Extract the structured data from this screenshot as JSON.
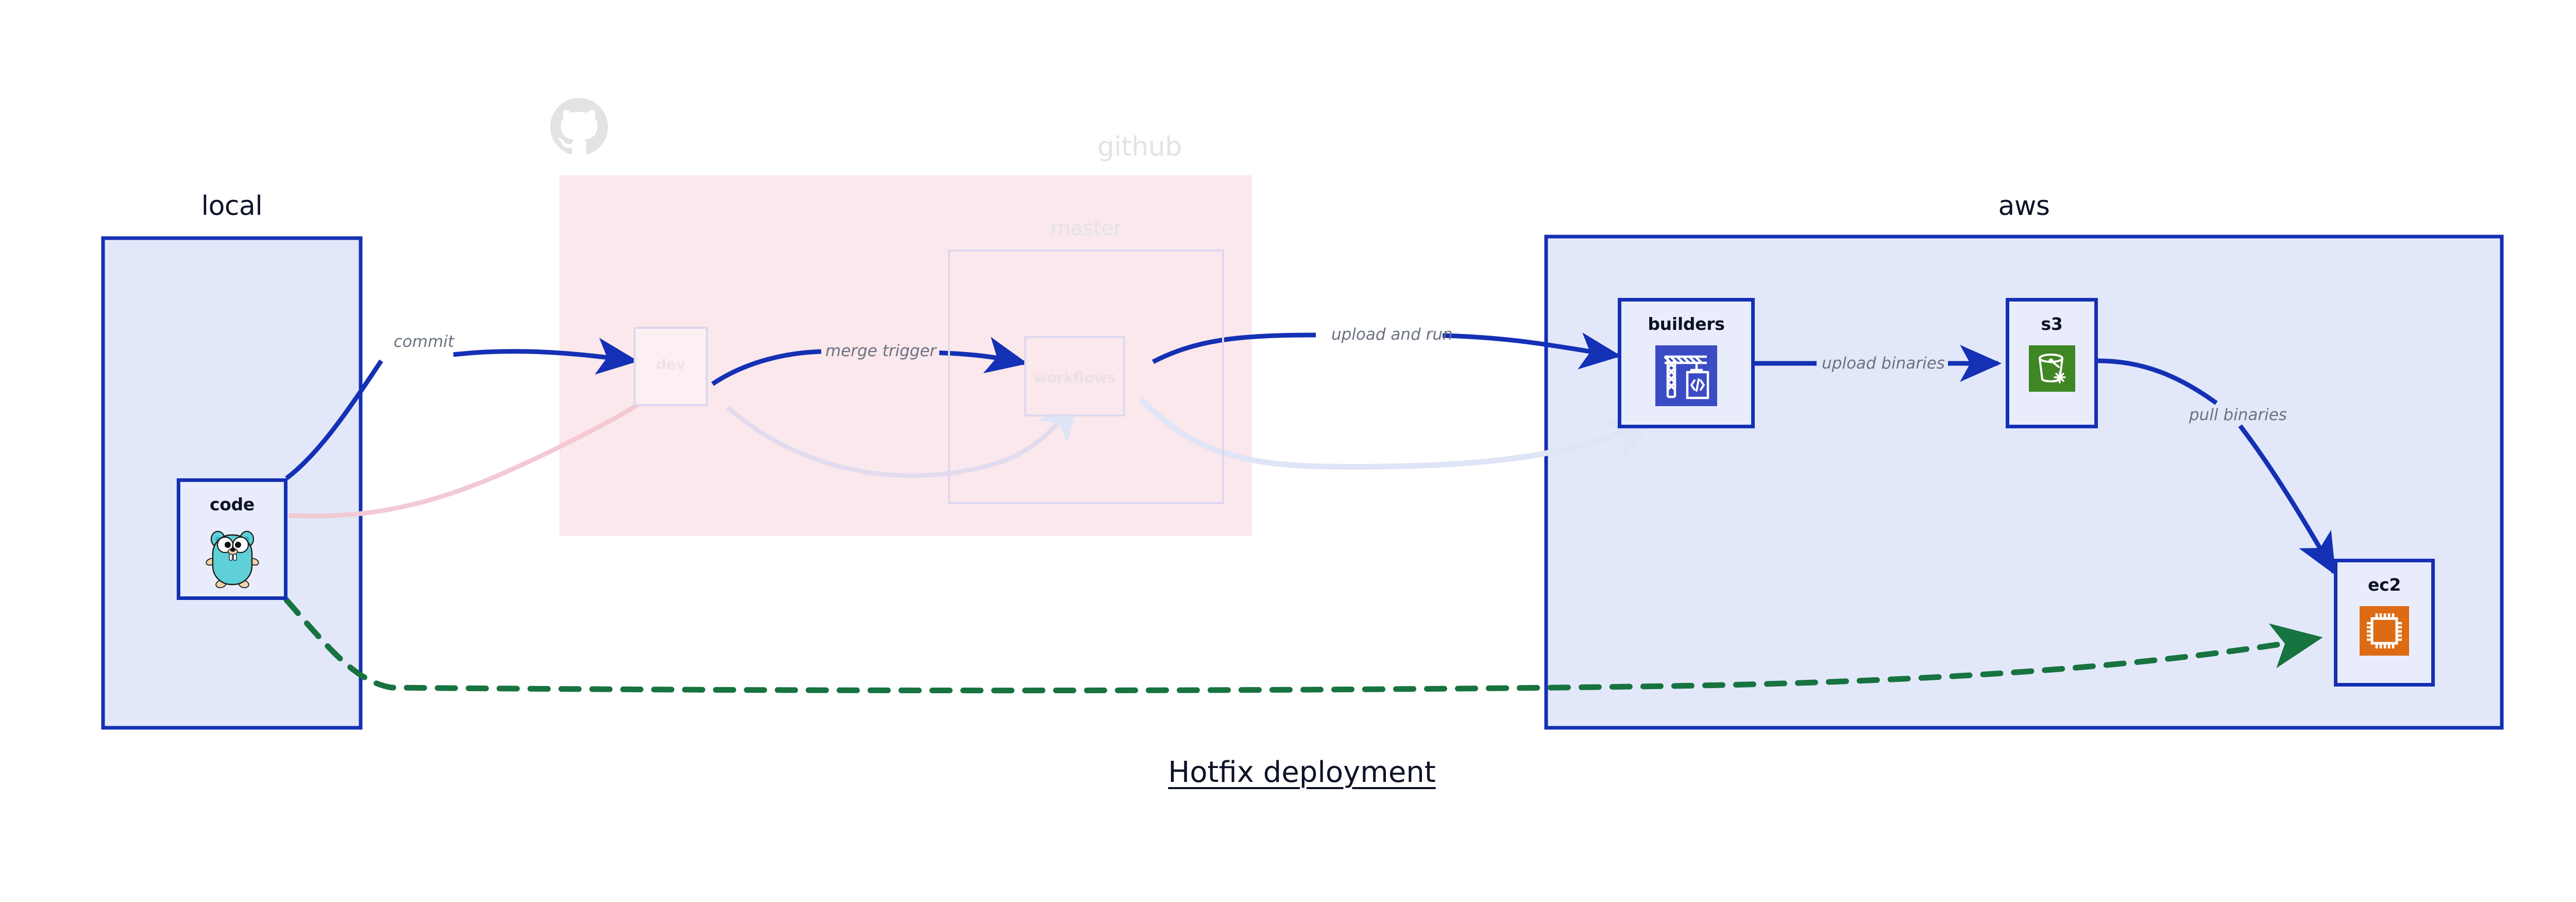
{
  "title": "Hotfix deployment",
  "regions": [
    {
      "key": "local",
      "label": "local",
      "style": "solid"
    },
    {
      "key": "github",
      "label": "github",
      "style": "faded"
    },
    {
      "key": "aws",
      "label": "aws",
      "style": "solid"
    }
  ],
  "nodes": [
    {
      "key": "code",
      "label": "code",
      "icon": "go-gopher-icon",
      "state": "active"
    },
    {
      "key": "dev",
      "label": "dev",
      "icon": "none",
      "state": "faded"
    },
    {
      "key": "master",
      "label": "master",
      "icon": "none",
      "state": "faded"
    },
    {
      "key": "workflows",
      "label": "workflows",
      "icon": "none",
      "state": "faded"
    },
    {
      "key": "builders",
      "label": "builders",
      "icon": "aws-builder-icon",
      "state": "active"
    },
    {
      "key": "s3",
      "label": "s3",
      "icon": "aws-s3-icon",
      "state": "active"
    },
    {
      "key": "ec2",
      "label": "ec2",
      "icon": "aws-ec2-icon",
      "state": "active"
    }
  ],
  "edges": [
    {
      "from": "code",
      "to": "dev",
      "label": "commit",
      "state": "active",
      "style": "solid",
      "color": "#1430b5"
    },
    {
      "from": "dev",
      "to": "workflows",
      "label": "merge trigger",
      "state": "active",
      "style": "solid",
      "color": "#1430b5"
    },
    {
      "from": "workflows",
      "to": "builders",
      "label": "upload and run",
      "state": "active",
      "style": "solid",
      "color": "#1430b5"
    },
    {
      "from": "builders",
      "to": "s3",
      "label": "upload binaries",
      "state": "active",
      "style": "solid",
      "color": "#1430b5"
    },
    {
      "from": "s3",
      "to": "ec2",
      "label": "pull binaries",
      "state": "active",
      "style": "solid",
      "color": "#1430b5"
    },
    {
      "from": "code",
      "to": "ec2",
      "label": "",
      "state": "active",
      "style": "dashed",
      "color": "#17733f"
    },
    {
      "from": "code",
      "to": "dev",
      "label": "",
      "state": "faded",
      "style": "solid",
      "color": "#f7dbe2"
    },
    {
      "from": "dev",
      "to": "workflows",
      "label": "",
      "state": "faded",
      "style": "solid",
      "color": "#e6e0ef"
    },
    {
      "from": "workflows",
      "to": "builders",
      "label": "",
      "state": "faded",
      "style": "solid",
      "color": "#e2e7f8"
    }
  ],
  "icons": {
    "github_mark": "github-octocat-icon"
  },
  "colors": {
    "accent_blue": "#1430b5",
    "region_blue_fill": "#e2e8fa",
    "github_pink_fill": "#fbe8ec",
    "node_fill": "#e9edfb",
    "dashed_green": "#17733f",
    "edge_label_gray": "#6b7280",
    "builders_icon_bg": "#3b4bc4",
    "s3_icon_bg": "#3f8624",
    "ec2_icon_bg": "#dd6b14",
    "gopher_body": "#5fcfd8"
  },
  "edge_labels": {
    "commit": "commit",
    "merge_trigger": "merge trigger",
    "upload_and_run": "upload and run",
    "upload_binaries": "upload binaries",
    "pull_binaries": "pull binaries"
  }
}
